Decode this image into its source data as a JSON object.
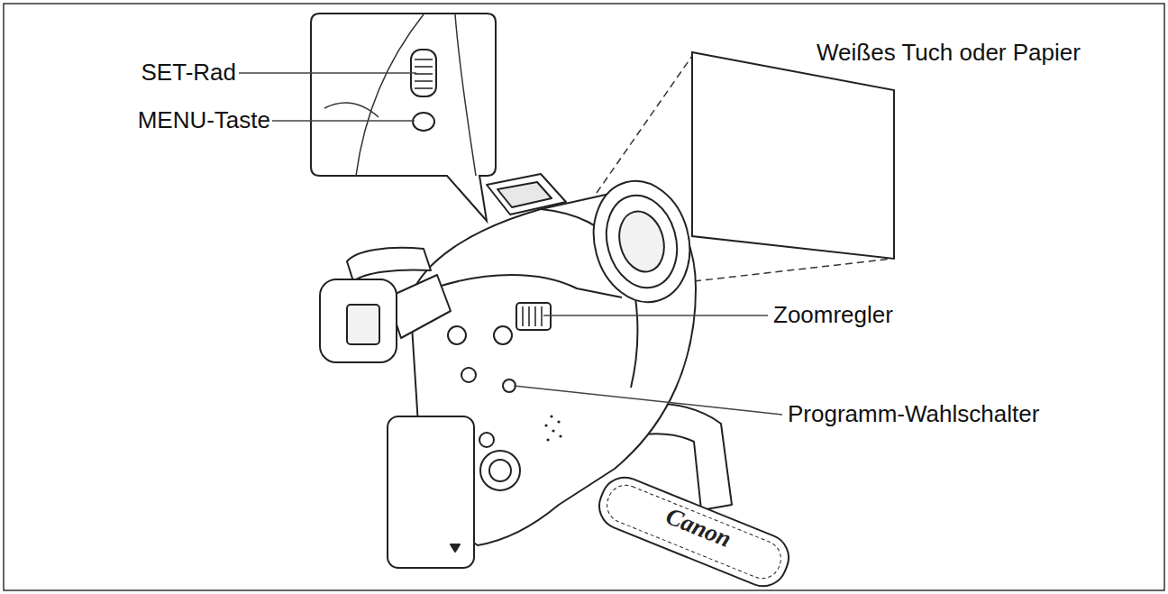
{
  "diagram": {
    "labels": [
      "SET-Rad",
      "MENU-Taste",
      "Weißes Tuch oder Papier",
      "Zoomregler",
      "Programm-Wahlschalter",
      "Canon"
    ]
  }
}
